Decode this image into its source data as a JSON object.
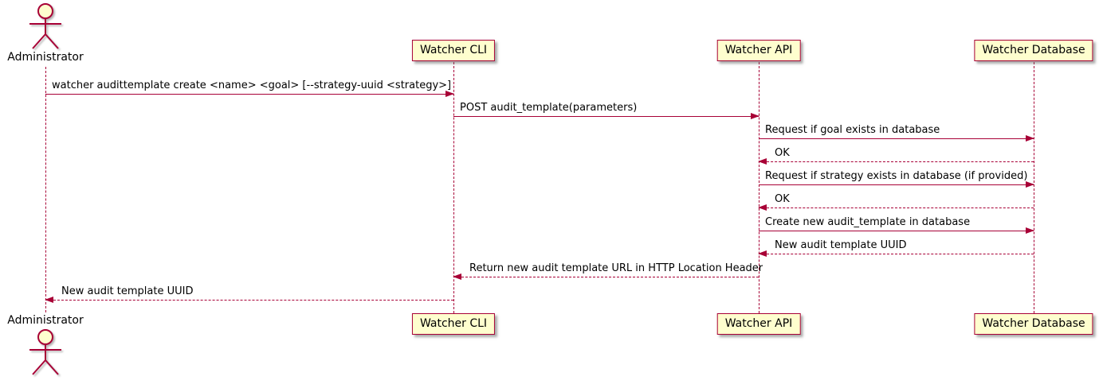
{
  "actor": {
    "name": "Administrator"
  },
  "participants": [
    {
      "id": "cli",
      "label": "Watcher CLI"
    },
    {
      "id": "api",
      "label": "Watcher API"
    },
    {
      "id": "db",
      "label": "Watcher Database"
    }
  ],
  "messages": [
    {
      "from": "admin",
      "to": "cli",
      "style": "solid",
      "label": "watcher audittemplate create <name> <goal> [--strategy-uuid <strategy>]"
    },
    {
      "from": "cli",
      "to": "api",
      "style": "solid",
      "label": "POST audit_template(parameters)"
    },
    {
      "from": "api",
      "to": "db",
      "style": "solid",
      "label": "Request if goal exists in database"
    },
    {
      "from": "db",
      "to": "api",
      "style": "dashed",
      "label": "OK"
    },
    {
      "from": "api",
      "to": "db",
      "style": "solid",
      "label": "Request if strategy exists in database (if provided)"
    },
    {
      "from": "db",
      "to": "api",
      "style": "dashed",
      "label": "OK"
    },
    {
      "from": "api",
      "to": "db",
      "style": "solid",
      "label": "Create new audit_template in database"
    },
    {
      "from": "db",
      "to": "api",
      "style": "dashed",
      "label": "New audit template UUID"
    },
    {
      "from": "api",
      "to": "cli",
      "style": "dashed",
      "label": "Return new audit template URL in HTTP Location Header"
    },
    {
      "from": "cli",
      "to": "admin",
      "style": "dashed",
      "label": "New audit template UUID"
    }
  ],
  "colors": {
    "accent": "#A80036",
    "participant_fill": "#FEFECE",
    "text": "#000000",
    "background": "#FFFFFF"
  }
}
